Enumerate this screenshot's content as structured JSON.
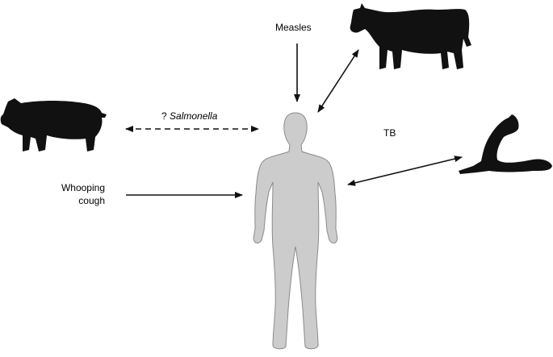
{
  "labels": {
    "measles": "Measles",
    "salmonella_prefix": "?",
    "salmonella": "Salmonella",
    "tb": "TB",
    "whooping_line1": "Whooping",
    "whooping_line2": "cough"
  },
  "nodes": {
    "human": "human-icon",
    "cow": "cow-icon",
    "pig": "pig-icon",
    "seal": "seal-icon"
  },
  "colors": {
    "human_fill": "#cccccc",
    "human_stroke": "#8a8a8a",
    "animal_fill": "#111111",
    "arrow": "#111111"
  }
}
